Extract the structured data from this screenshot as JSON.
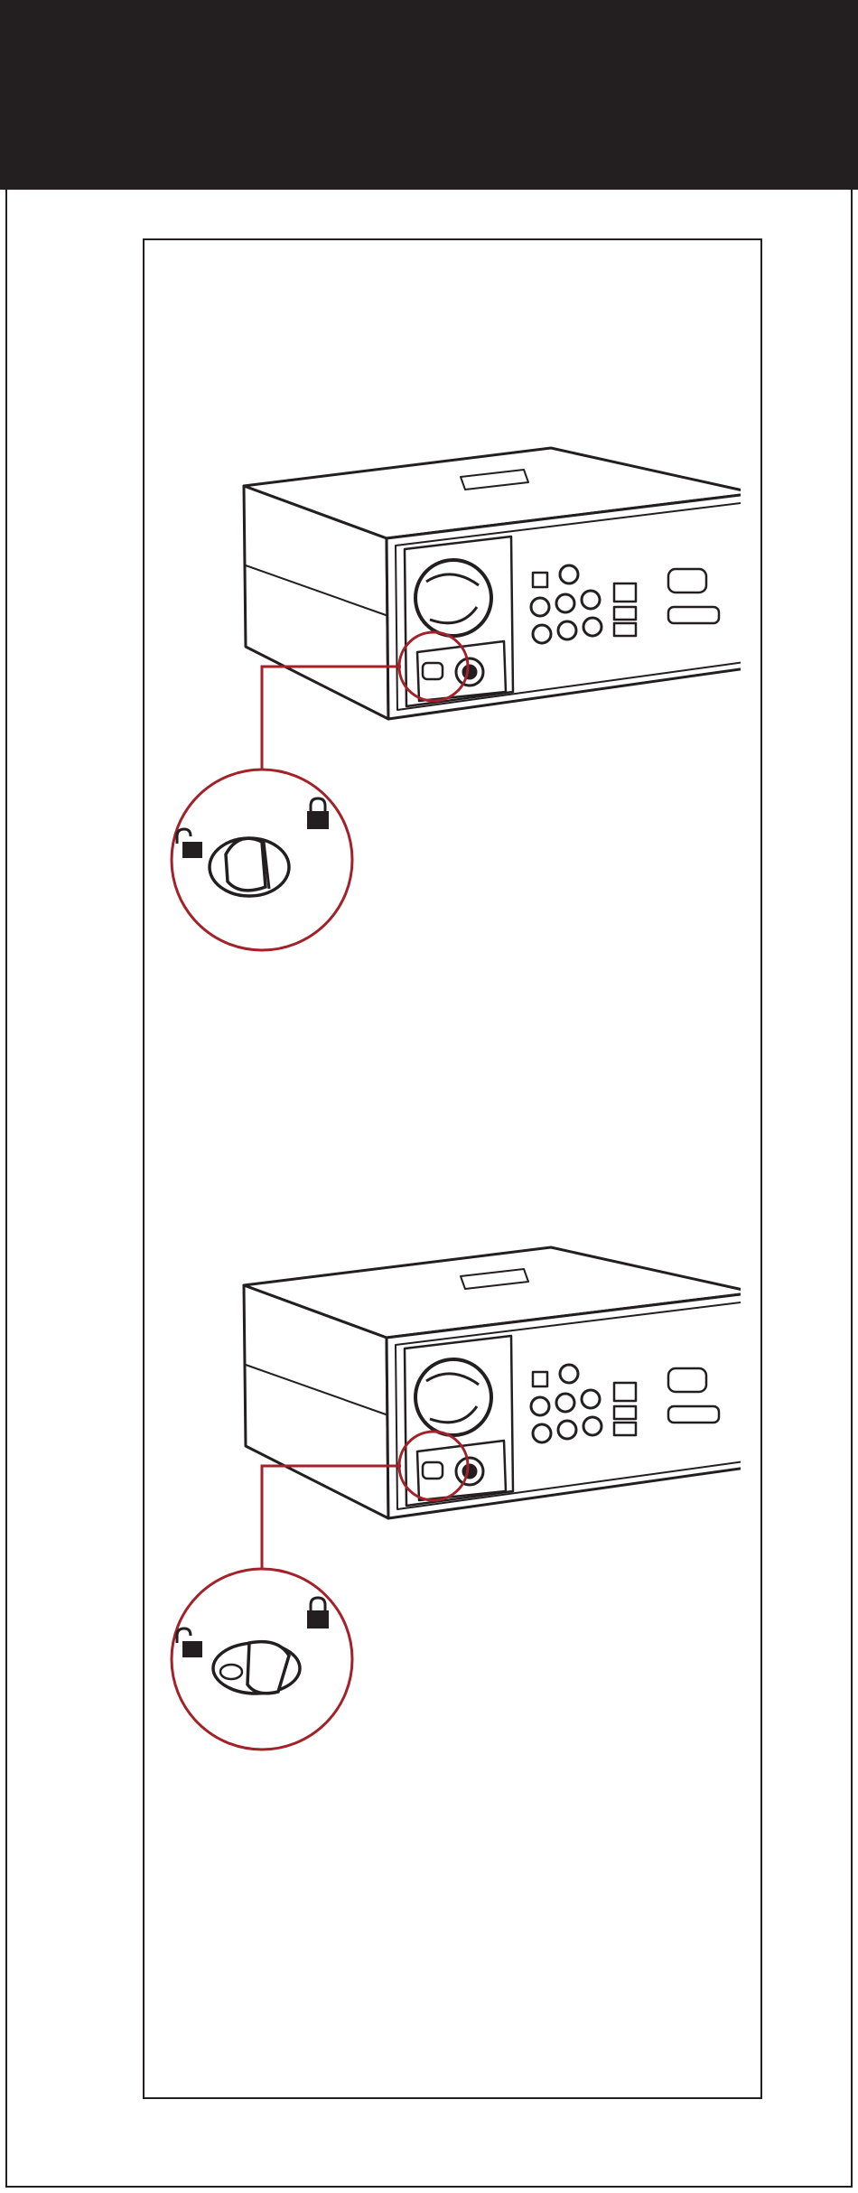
{
  "page": {
    "header_color": "#231f20",
    "accent_color": "#a3222a",
    "line_color": "#231f20"
  },
  "figures": [
    {
      "id": "figure-1",
      "lock_state": "unlocked",
      "icons": [
        "unlocked-padlock-icon",
        "locked-padlock-icon"
      ]
    },
    {
      "id": "figure-2",
      "lock_state": "locked",
      "icons": [
        "unlocked-padlock-icon",
        "locked-padlock-icon"
      ]
    }
  ]
}
